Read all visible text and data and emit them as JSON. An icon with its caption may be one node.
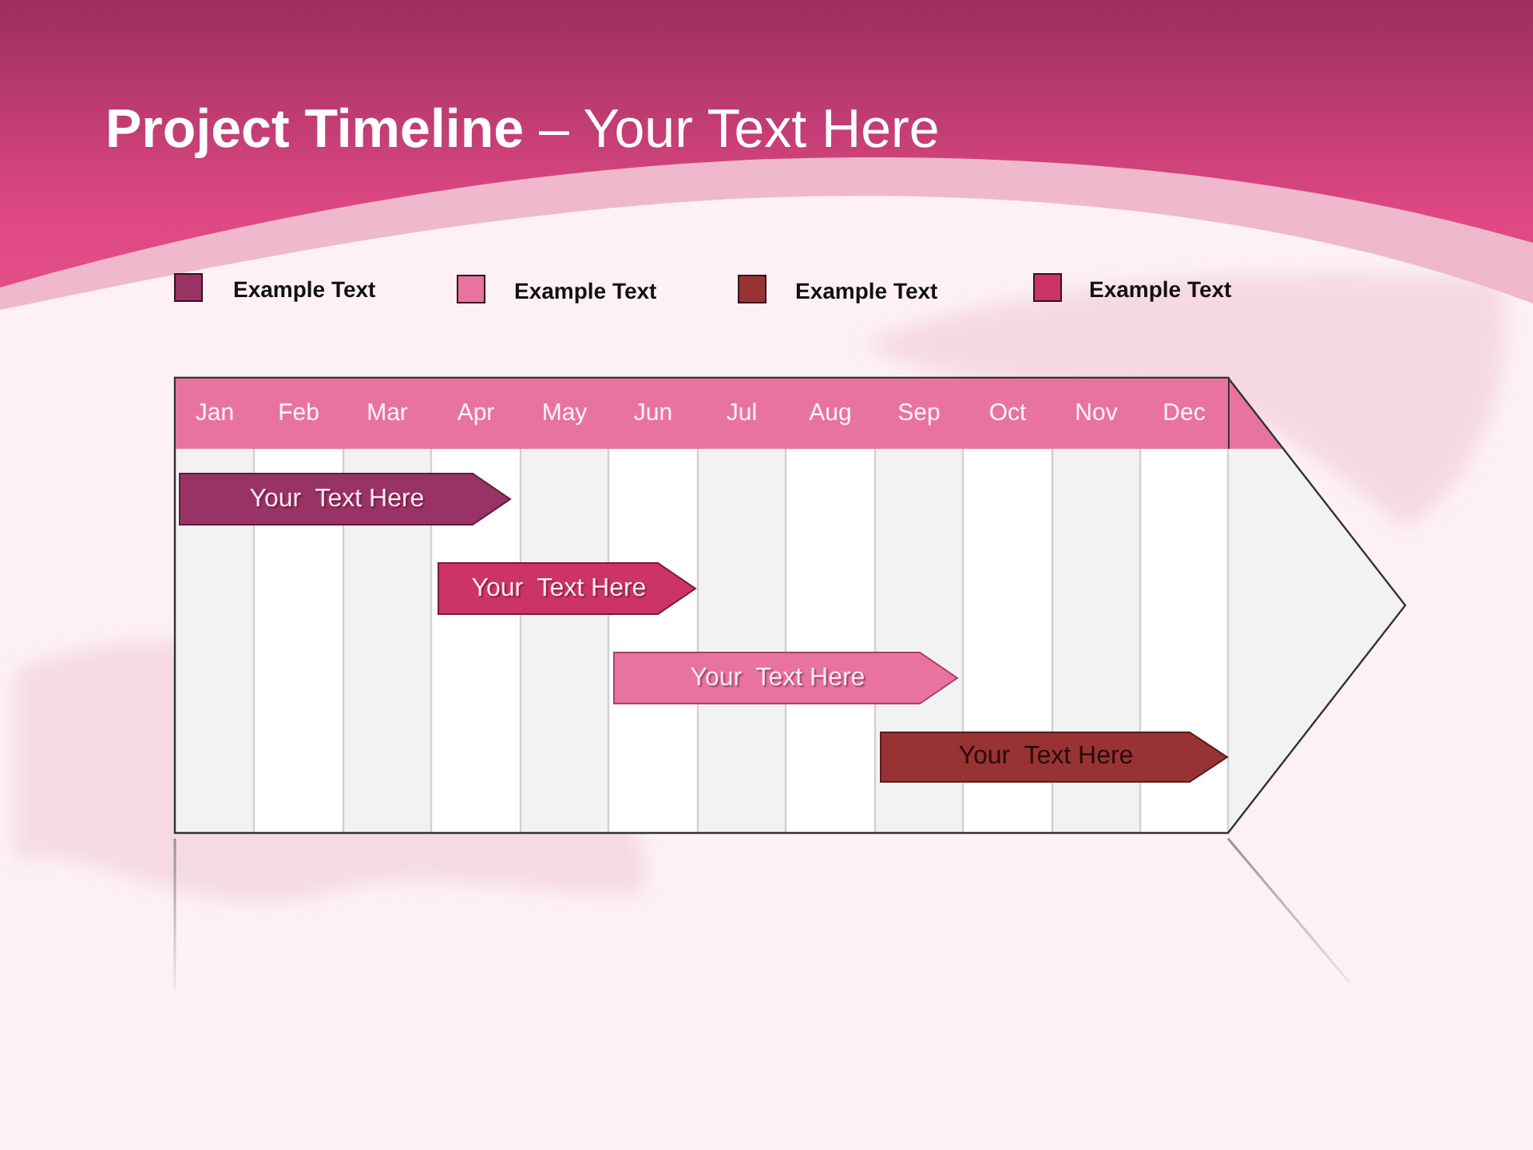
{
  "diagram": {
    "title": "**Project Timeline** – Your Text Here",
    "nodes": [
      {
        "text": [],
        "shape": "arrow"
      },
      {
        "text": [
          "Your  Text Here"
        ],
        "in": 0
      },
      {
        "text": [
          "Your  Text Here"
        ],
        "in": 0
      },
      {
        "text": [
          "Your  Text Here"
        ],
        "in": 0
      },
      {
        "text": [
          "Your  Text Here"
        ],
        "in": 0
      }
    ],
    "labels": [
      "Jan",
      "Feb",
      "Mar",
      "Apr",
      "May",
      "Jun",
      "Jul",
      "Aug",
      "Sep",
      "Oct",
      "Nov",
      "Dec"
    ],
    "legend": [
      {
        "text": "Example Text",
        "color": "#993366"
      },
      {
        "text": "Example Text",
        "color": "#e8739e"
      },
      {
        "text": "Example Text",
        "color": "#993333"
      },
      {
        "text": "Example Text",
        "color": "#cc3366"
      }
    ]
  }
}
